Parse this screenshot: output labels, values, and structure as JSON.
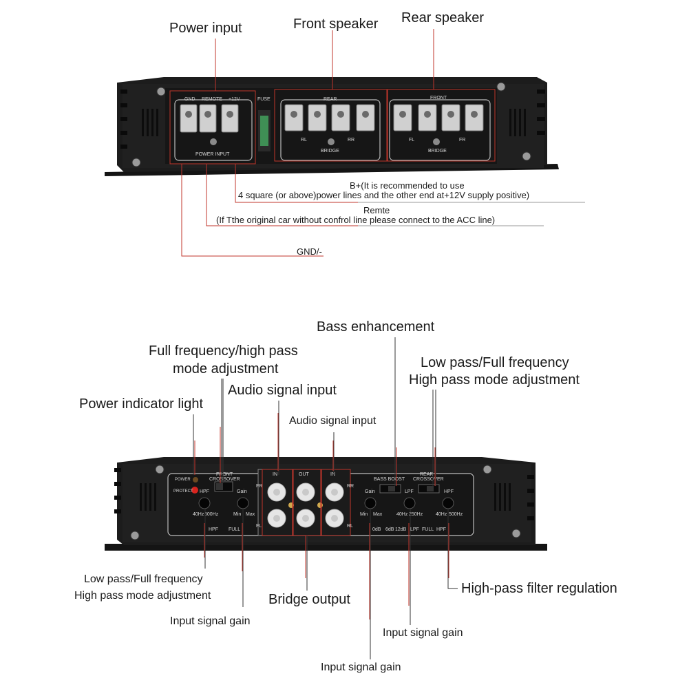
{
  "top_panel": {
    "callouts": {
      "power_input": "Power input",
      "front_speaker": "Front speaker",
      "rear_speaker": "Rear speaker",
      "bplus_1": "B+(It is recommended to use",
      "bplus_2": "4 square (or above)power lines and the other end at+12V supply positive)",
      "remote_1": "Remte",
      "remote_2": "(If Tthe original car without confrol line please connect to the ACC line)",
      "gnd": "GND/-"
    },
    "panel_text": {
      "gnd": "GND",
      "remote": "REMOTE",
      "plus12v": "+12V",
      "fuse": "FUSE",
      "power_input": "POWER INPUT",
      "rear": "REAR",
      "front": "FRONT",
      "rl": "RL",
      "rr": "RR",
      "fl": "FL",
      "fr": "FR",
      "bridge": "BRIDGE"
    }
  },
  "bottom_panel": {
    "callouts": {
      "bass_enhancement": "Bass enhancement",
      "full_freq_1": "Full frequency/high pass",
      "full_freq_2": "mode adjustment",
      "audio_input_main": "Audio signal input",
      "audio_input_small": "Audio signal input",
      "lowpass_top_1": "Low pass/Full frequency",
      "lowpass_top_2": "High pass mode adjustment",
      "power_indicator": "Power indicator light",
      "lowpass_left_1": "Low pass/Full frequency",
      "lowpass_left_2": "High pass mode adjustment",
      "bridge_output": "Bridge output",
      "hpf_regulation": "High-pass filter regulation",
      "gain_left": "Input signal gain",
      "gain_mid": "Input signal gain",
      "gain_bottom": "Input signal gain"
    },
    "panel_text": {
      "power": "POWER",
      "protect": "PROTECT",
      "front": "FRONT",
      "crossover": "CROSSOVER",
      "hpf": "HPF",
      "gain": "Gain",
      "hz40": "40Hz",
      "hz500": "500Hz",
      "full": "FULL",
      "min": "Min",
      "max": "Max",
      "in": "IN",
      "out": "OUT",
      "fr": "FR",
      "fl": "FL",
      "rr": "RR",
      "rl": "RL",
      "rear": "REAR",
      "bass_boost": "BASS BOOST",
      "lpf": "LPF",
      "hz250": "250Hz",
      "db0": "0dB",
      "db6": "6dB",
      "db12": "12dB"
    }
  }
}
